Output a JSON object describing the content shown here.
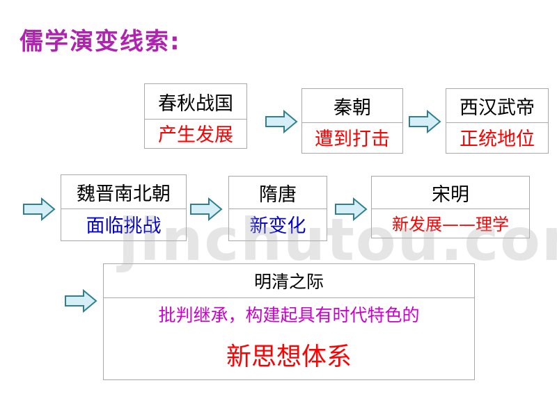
{
  "title": "儒学演变线索:",
  "stages": [
    {
      "name": "春秋战国",
      "desc": "产生发展"
    },
    {
      "name": "秦朝",
      "desc": "遭到打击"
    },
    {
      "name": "西汉武帝",
      "desc": "正统地位"
    },
    {
      "name": "魏晋南北朝",
      "desc": "面临挑战"
    },
    {
      "name": "隋唐",
      "desc": "新变化"
    },
    {
      "name": "宋明",
      "desc": "新发展——理学"
    }
  ],
  "final": {
    "name": "明清之际",
    "line1": "批判继承，构建起具有时代特色的",
    "line2": "新思想体系"
  },
  "watermark": "jinchutou.com",
  "colors": {
    "title": "#b022b0",
    "red": "#ff0000",
    "blue": "#0000cc",
    "magenta": "#cc00cc",
    "arrow_fill": "#d6eef5",
    "arrow_stroke": "#2e7f8f"
  }
}
